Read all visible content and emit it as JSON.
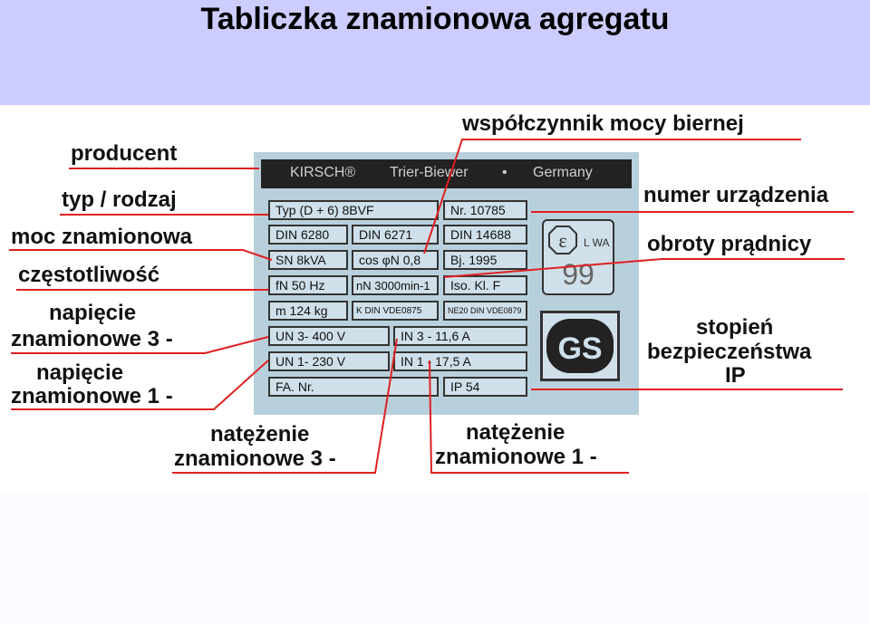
{
  "title": "Tabliczka znamionowa agregatu",
  "plate": {
    "brand": "KIRSCH®",
    "city": "Trier-Biewer",
    "dot": "•",
    "country": "Germany",
    "cells": {
      "typ": "Typ (D + 6) 8BVF",
      "nr": "Nr. 10785",
      "din6280": "DIN 6280",
      "din6271": "DIN 6271",
      "din14688": "DIN 14688",
      "power": "SN 8kVA",
      "cos": "cos φN 0,8",
      "bj": "Bj. 1995",
      "freq": "fN 50 Hz",
      "rpm": "nN 3000min-1",
      "iso": "Iso. Kl. F",
      "mass": "m 124 kg",
      "kdin": "K DIN VDE0875",
      "ne20": "NE20 DIN VDE0879",
      "u3": "UN 3- 400 V",
      "i3": "IN 3 - 11,6 A",
      "u1": "UN 1- 230 V",
      "i1": "IN 1 - 17,5 A",
      "fa": "FA. Nr.",
      "ip": "IP 54"
    },
    "lwa": "L WA",
    "lwa_value": "99",
    "epsilon": "ε",
    "gs": "GS"
  },
  "labels": {
    "producent": "producent",
    "typ": "typ / rodzaj",
    "moc": "moc znamionowa",
    "czestotliwosc": "częstotliwość",
    "napiecie3_a": "napięcie",
    "napiecie3_b": "znamionowe 3 -",
    "napiecie1_a": "napięcie",
    "napiecie1_b": "znamionowe 1 -",
    "wspolczynnik": "współczynnik mocy biernej",
    "numer": "numer urządzenia",
    "obroty": "obroty prądnicy",
    "stopien_a": "stopień",
    "stopien_b": "bezpieczeństwa",
    "stopien_c": "IP",
    "natezenie3_a": "natężenie",
    "natezenie3_b": "znamionowe 3 -",
    "natezenie1_a": "natężenie",
    "natezenie1_b": "znamionowe 1 -"
  },
  "colors": {
    "header_bg": "#ccccff",
    "leader_line": "#e02020",
    "plate_bg": "#b8d0dc"
  }
}
